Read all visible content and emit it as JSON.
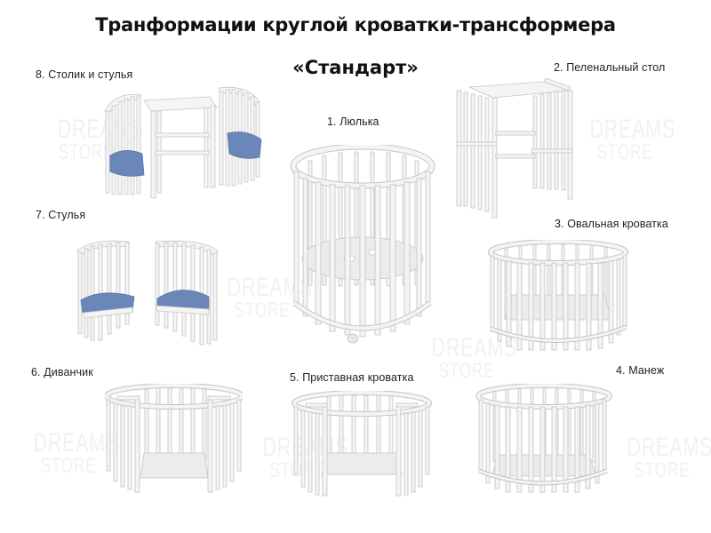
{
  "title": {
    "line1": "Транформации круглой кроватки-трансформера",
    "line2": "«Стандарт»"
  },
  "transformations": [
    {
      "id": 1,
      "label": "1. Люлька",
      "icon": "round-cradle"
    },
    {
      "id": 2,
      "label": "2. Пеленальный стол",
      "icon": "changing-table"
    },
    {
      "id": 3,
      "label": "3. Овальная кроватка",
      "icon": "oval-crib"
    },
    {
      "id": 4,
      "label": "4. Манеж",
      "icon": "playpen"
    },
    {
      "id": 5,
      "label": "5. Приставная кроватка",
      "icon": "side-crib"
    },
    {
      "id": 6,
      "label": "6. Диванчик",
      "icon": "sofa"
    },
    {
      "id": 7,
      "label": "7. Стулья",
      "icon": "two-chairs"
    },
    {
      "id": 8,
      "label": "8. Столик и стулья",
      "icon": "table-and-chairs"
    }
  ],
  "watermark": {
    "line1": "DREAMS",
    "line2": "STORE"
  },
  "colors": {
    "background": "#ffffff",
    "furniture": "#f4f4f4",
    "furniture_edge": "#c9c9c9",
    "cushion": "#6b86b8",
    "watermark": "#f1f1f1"
  }
}
